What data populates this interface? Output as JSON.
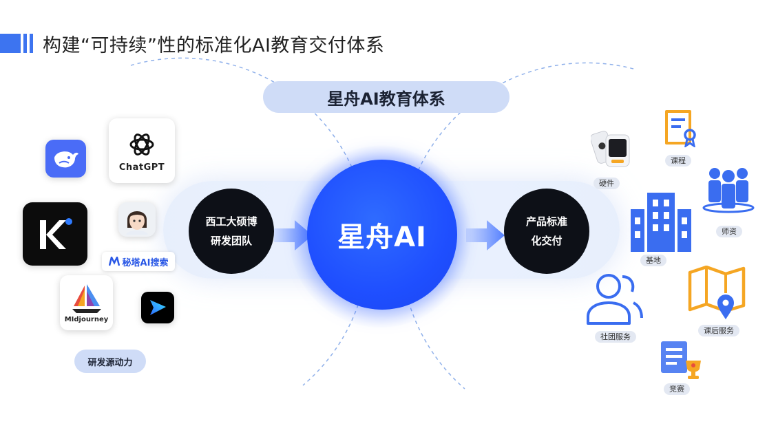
{
  "header": {
    "title": "构建“可持续”性的标准化AI教育交付体系"
  },
  "system": {
    "title": "星舟AI教育体系"
  },
  "core": {
    "label": "星舟AI"
  },
  "team": {
    "line1": "西工大硕博",
    "line2": "研发团队"
  },
  "delivery": {
    "line1": "产品标准",
    "line2": "化交付"
  },
  "tools": {
    "chatgpt_label": "ChatGPT",
    "metaso_label": "秘塔AI搜索",
    "midjourney_label": "MIdjourney"
  },
  "rd_source": {
    "label": "研发源动力"
  },
  "services": {
    "hardware": "硬件",
    "course": "课程",
    "teachers": "师资",
    "base": "基地",
    "club": "社团服务",
    "after_school": "课后服务",
    "competition": "竞赛"
  },
  "colors": {
    "core_blue": "#1f4fff",
    "dark_circle": "#0d1017",
    "pill_bg": "#cfdcf7",
    "icon_blue": "#3a6df0",
    "icon_orange": "#f5a623"
  }
}
